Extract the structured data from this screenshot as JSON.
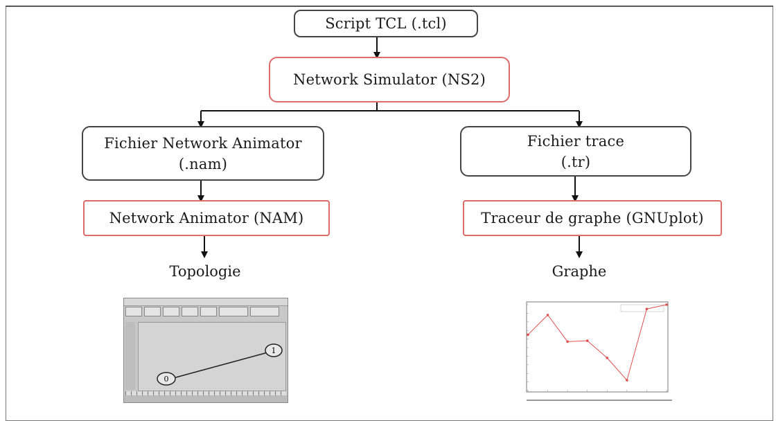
{
  "nodes": {
    "script": "Script TCL (.tcl)",
    "simulator": "Network Simulator (NS2)",
    "nam_file_line1": "Fichier Network Animator",
    "nam_file_line2": "(.nam)",
    "trace_file_line1": "Fichier trace",
    "trace_file_line2": "(.tr)",
    "nam_tool": "Network Animator (NAM)",
    "plot_tool": "Traceur de graphe (GNUplot)"
  },
  "outputs": {
    "topology": "Topologie",
    "graph": "Graphe"
  },
  "topology_thumbnail": {
    "node_a": "0",
    "node_b": "1"
  },
  "graph_thumbnail": {
    "line_color": "#e05050",
    "values": [
      65,
      88,
      57,
      58,
      38,
      12,
      95,
      100
    ]
  },
  "colors": {
    "red_border": "#e06a6a",
    "gray_border": "#444444"
  }
}
